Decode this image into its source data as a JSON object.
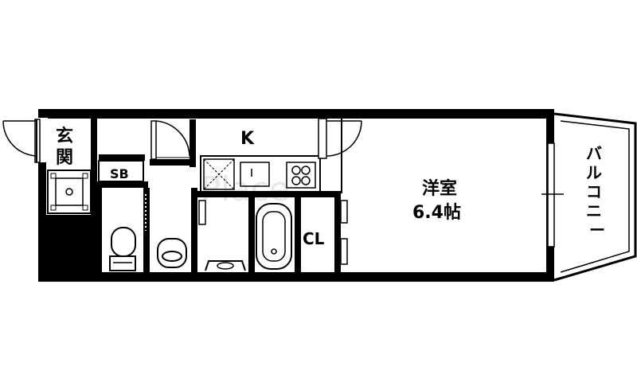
{
  "labels": {
    "entrance_1": "玄",
    "entrance_2": "関",
    "shoe_box": "SB",
    "kitchen": "K",
    "closet": "CL",
    "room_1": "洋室",
    "room_2": "6.4帖",
    "balcony": [
      "バ",
      "ル",
      "コ",
      "ニ",
      "ー"
    ]
  },
  "watermark": "Place",
  "colors": {
    "wall": "#000000",
    "background": "#ffffff",
    "watermark": "#e9e9e9"
  }
}
